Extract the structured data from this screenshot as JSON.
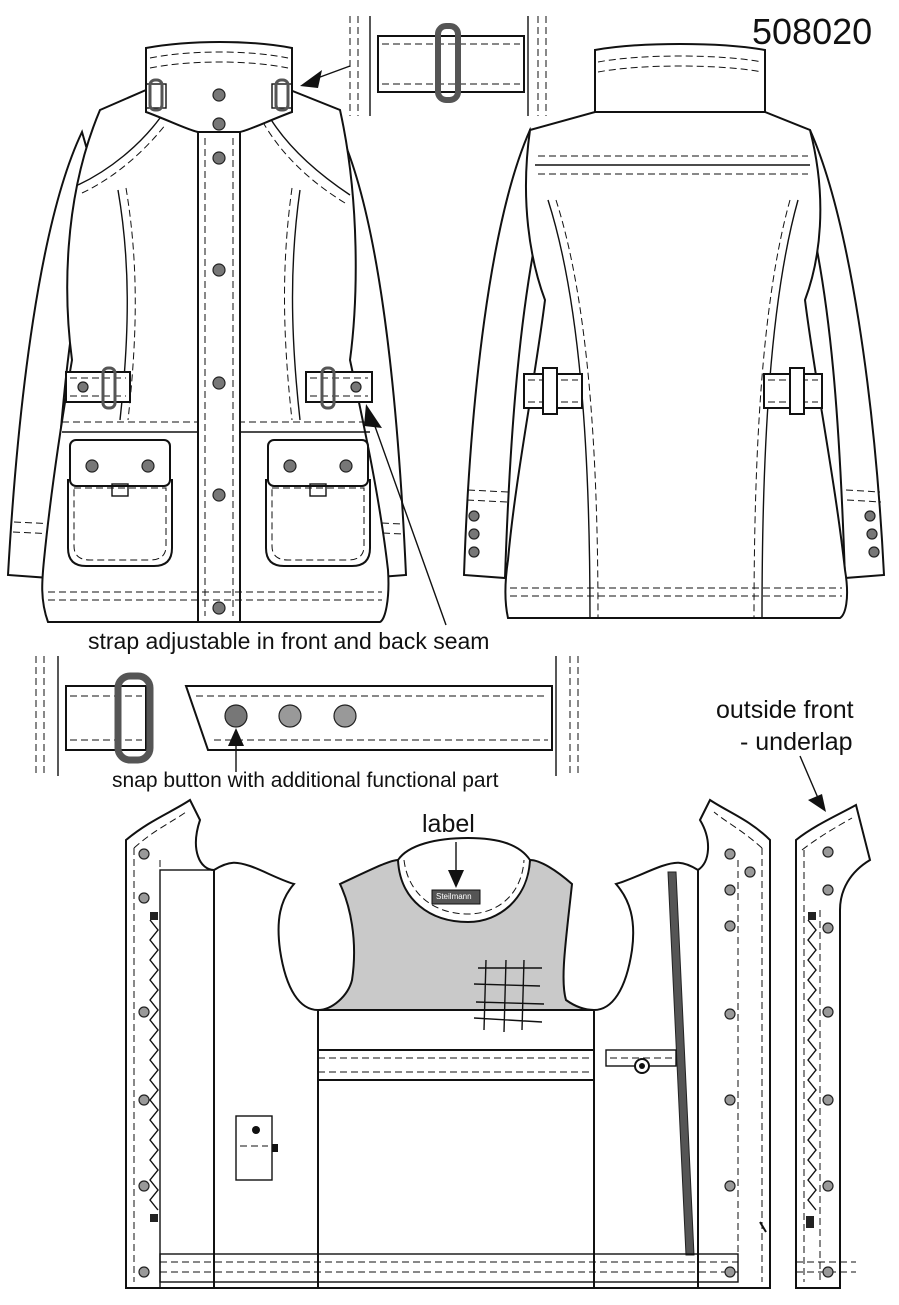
{
  "sheet": {
    "style_number": "508020",
    "labels": {
      "strap_note": "strap adjustable in front and back seam",
      "snap_note": "snap button with additional functional part",
      "outside_front_line1": "outside front",
      "outside_front_line2": "- underlap",
      "label_callout": "label",
      "brand_tag": "Steilmann"
    }
  },
  "colors": {
    "line": "#111111",
    "button_fill": "#777777",
    "button_light": "#999999",
    "yoke_grey": "#c9c9c9",
    "zipper_tape": "#555555"
  }
}
